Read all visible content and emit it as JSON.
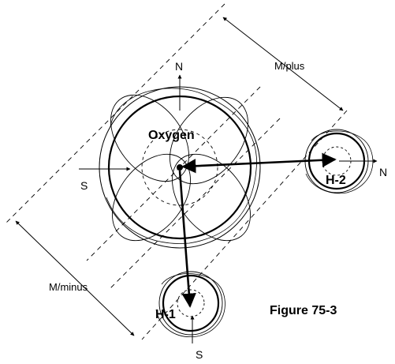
{
  "labels": {
    "oxygen": "Oxygen",
    "h1": "H-1",
    "h2": "H-2",
    "north_top": "N",
    "north_right": "N",
    "south_left": "S",
    "south_bottom": "S",
    "m_plus": "M/plus",
    "m_minus": "M/minus",
    "figure": "Figure 75-3"
  },
  "colors": {
    "ink": "#000000",
    "background": "#ffffff"
  }
}
